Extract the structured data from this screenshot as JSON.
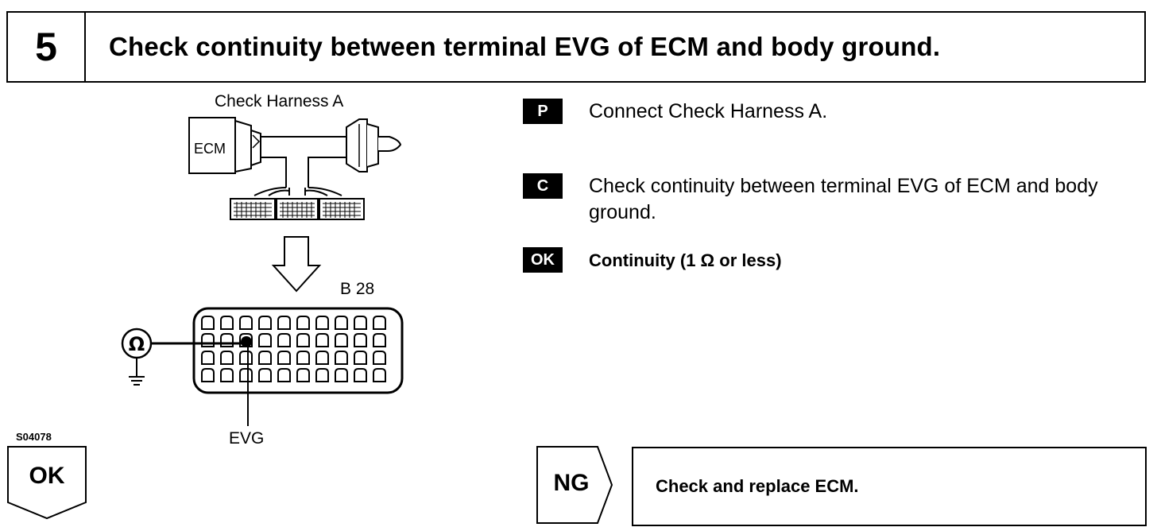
{
  "header": {
    "step_number": "5",
    "title": "Check continuity between terminal EVG of ECM and body ground."
  },
  "figure": {
    "harness_label": "Check Harness A",
    "ecm_label": "ECM",
    "connector_label": "B 28",
    "terminal_label": "EVG",
    "figure_id": "S04078"
  },
  "procedure": {
    "steps": [
      {
        "badge": "P",
        "text": "Connect Check Harness A."
      },
      {
        "badge": "C",
        "text": "Check continuity between terminal EVG of ECM and body ground."
      },
      {
        "badge": "OK",
        "text": "Continuity (1 Ω or less)"
      }
    ]
  },
  "results": {
    "ok_label": "OK",
    "ng_label": "NG",
    "ng_action": "Check and replace ECM."
  }
}
